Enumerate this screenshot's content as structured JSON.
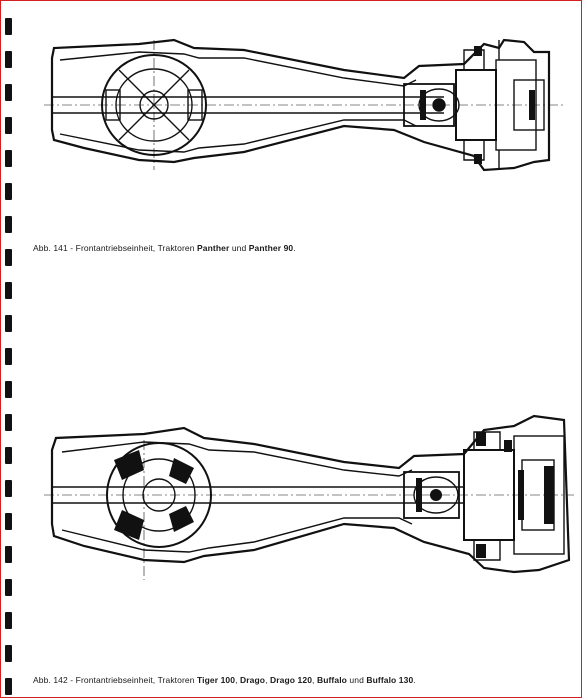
{
  "figure_141": {
    "caption_prefix": "Abb. 141 - Frontantriebseinheit, Traktoren ",
    "model_1": "Panther",
    "joiner": " und ",
    "model_2": "Panther 90",
    "end": "."
  },
  "figure_142": {
    "caption_prefix": "Abb. 142 - Frontantriebseinheit, Traktoren ",
    "model_1": "Tiger 100",
    "sep_1": ", ",
    "model_2": "Drago",
    "sep_2": ", ",
    "model_3": "Drago 120",
    "sep_3": ", ",
    "model_4": "Buffalo",
    "joiner": " und ",
    "model_5": "Buffalo 130",
    "end": "."
  },
  "colors": {
    "ink": "#111111",
    "frame": "#d22020"
  }
}
